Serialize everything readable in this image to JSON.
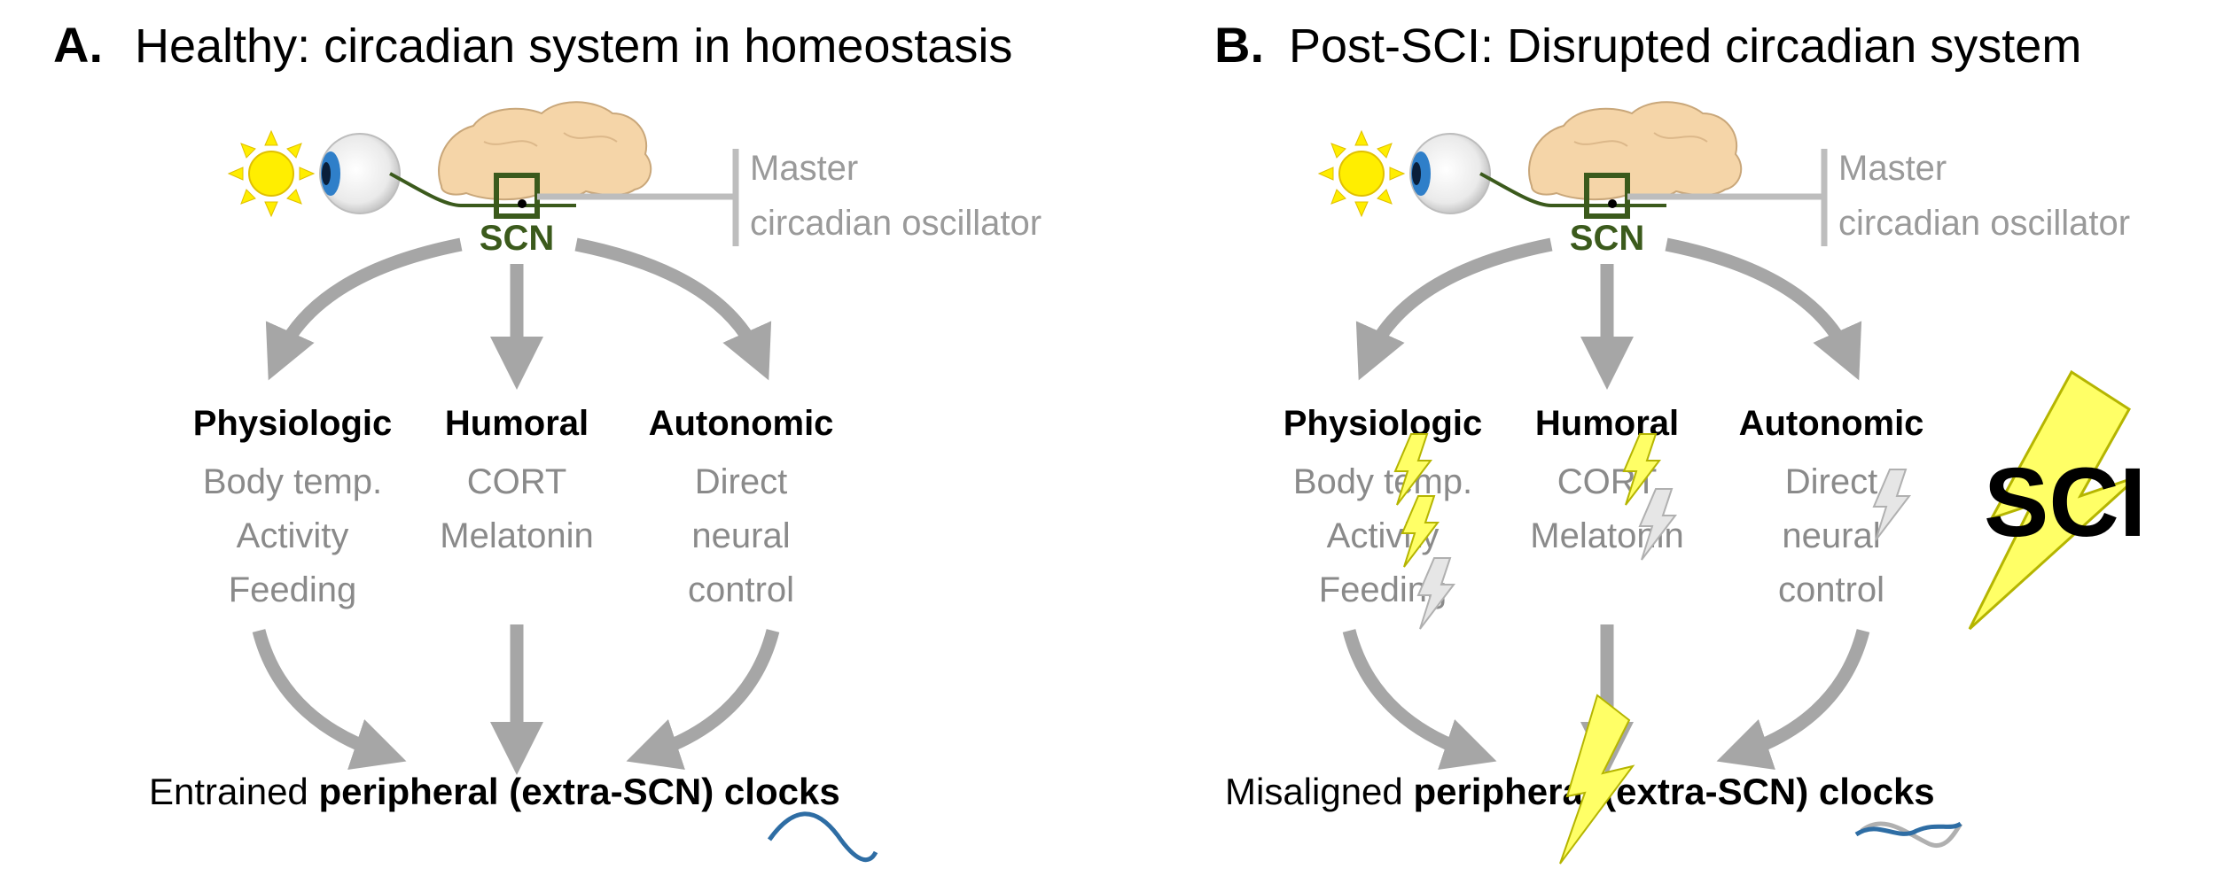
{
  "panels": [
    {
      "letter": "A.",
      "title": "Healthy: circadian system in homeostasis",
      "scn": "SCN",
      "master_line1": "Master",
      "master_line2": "circadian oscillator",
      "categories": [
        {
          "label": "Physiologic",
          "items": [
            "Body temp.",
            "Activity",
            "Feeding"
          ]
        },
        {
          "label": "Humoral",
          "items": [
            "CORT",
            "Melatonin"
          ]
        },
        {
          "label": "Autonomic",
          "items": [
            "Direct",
            "neural",
            "control"
          ]
        }
      ],
      "bottom_prefix": "Entrained ",
      "bottom_bold": "peripheral (extra-SCN) clocks"
    },
    {
      "letter": "B.",
      "title": "Post-SCI: Disrupted circadian system",
      "scn": "SCN",
      "master_line1": "Master",
      "master_line2": "circadian oscillator",
      "categories": [
        {
          "label": "Physiologic",
          "items": [
            "Body temp.",
            "Activity",
            "Feeding"
          ]
        },
        {
          "label": "Humoral",
          "items": [
            "CORT",
            "Melatonin"
          ]
        },
        {
          "label": "Autonomic",
          "items": [
            "Direct",
            "neural",
            "control"
          ]
        }
      ],
      "bottom_prefix": "Misaligned ",
      "bottom_bold": "peripheral (extra-SCN) clocks"
    }
  ],
  "sci_label": "SCI",
  "colors": {
    "arrow": "#a6a6a6",
    "scn_green": "#3b5a1c",
    "brain": "#f5d5a8",
    "sun": "#ffee00",
    "bolt": "#ffff66",
    "wave_blue": "#2e6da4",
    "wave_gray": "#b0b0b0"
  }
}
